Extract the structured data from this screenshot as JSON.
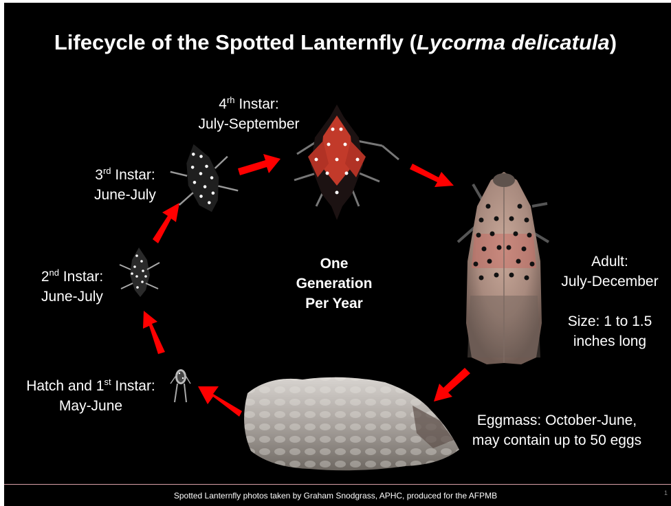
{
  "title": {
    "prefix": "Lifecycle of the Spotted Lanternfly (",
    "species": "Lycorma delicatula",
    "suffix": ")"
  },
  "stages": {
    "fourth": {
      "num": "4",
      "sup": "rh",
      "name": " Instar:",
      "dates": "July-September"
    },
    "third": {
      "num": "3",
      "sup": "rd",
      "name": " Instar:",
      "dates": "June-July"
    },
    "second": {
      "num": "2",
      "sup": "nd",
      "name": " Instar:",
      "dates": "June-July"
    },
    "first": {
      "prefix": "Hatch and 1",
      "sup": "st",
      "name": " Instar:",
      "dates": "May-June"
    },
    "adult": {
      "name": "Adult:",
      "dates": "July-December",
      "size_line1": "Size: 1 to 1.5",
      "size_line2": "inches long"
    },
    "eggmass": {
      "line1": "Eggmass: October-June,",
      "line2": "may contain up to 50 eggs"
    }
  },
  "center": {
    "line1": "One",
    "line2": "Generation",
    "line3": "Per Year"
  },
  "footer": {
    "credit": "Spotted Lanternfly photos taken by Graham Snodgrass, APHC, produced for the AFPMB",
    "page": "1"
  },
  "colors": {
    "background": "#000000",
    "arrow": "#ff0000",
    "text": "#ffffff",
    "divider": "#d9a0a8"
  }
}
